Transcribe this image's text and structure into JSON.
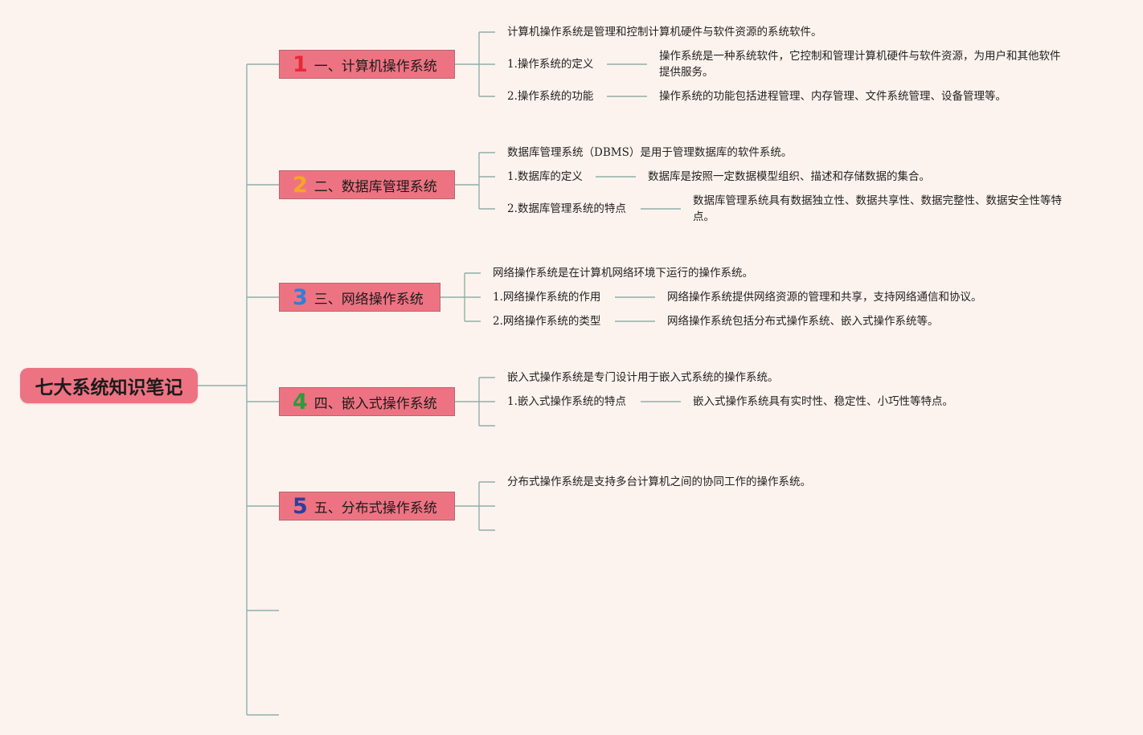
{
  "root": {
    "title": "七大系统知识笔记"
  },
  "branches": [
    {
      "number": "1",
      "number_color": "#e8283a",
      "title": "一、计算机操作系统",
      "intro": "计算机操作系统是管理和控制计算机硬件与软件资源的系统软件。",
      "subs": [
        {
          "label": "1.操作系统的定义",
          "text": "操作系统是一种系统软件，它控制和管理计算机硬件与软件资源，为用户和其他软件提供服务。"
        },
        {
          "label": "2.操作系统的功能",
          "text": "操作系统的功能包括进程管理、内存管理、文件系统管理、设备管理等。"
        }
      ]
    },
    {
      "number": "2",
      "number_color": "#f5a623",
      "title": "二、数据库管理系统",
      "intro": "数据库管理系统（DBMS）是用于管理数据库的软件系统。",
      "subs": [
        {
          "label": "1.数据库的定义",
          "text": "数据库是按照一定数据模型组织、描述和存储数据的集合。"
        },
        {
          "label": "2.数据库管理系统的特点",
          "text": "数据库管理系统具有数据独立性、数据共享性、数据完整性、数据安全性等特点。"
        }
      ]
    },
    {
      "number": "3",
      "number_color": "#2f7fd8",
      "title": "三、网络操作系统",
      "intro": "网络操作系统是在计算机网络环境下运行的操作系统。",
      "subs": [
        {
          "label": "1.网络操作系统的作用",
          "text": "网络操作系统提供网络资源的管理和共享，支持网络通信和协议。"
        },
        {
          "label": "2.网络操作系统的类型",
          "text": "网络操作系统包括分布式操作系统、嵌入式操作系统等。"
        }
      ]
    },
    {
      "number": "4",
      "number_color": "#2e9a3c",
      "title": "四、嵌入式操作系统",
      "intro": "嵌入式操作系统是专门设计用于嵌入式系统的操作系统。",
      "subs": [
        {
          "label": "1.嵌入式操作系统的特点",
          "text": "嵌入式操作系统具有实时性、稳定性、小巧性等特点。"
        }
      ]
    },
    {
      "number": "5",
      "number_color": "#2b3f9e",
      "title": "五、分布式操作系统",
      "intro": "分布式操作系统是支持多台计算机之间的协同工作的操作系统。",
      "subs": []
    }
  ],
  "colors": {
    "background": "#fdf3ee",
    "node": "#ee7382",
    "connector": "#8fb0a8"
  }
}
